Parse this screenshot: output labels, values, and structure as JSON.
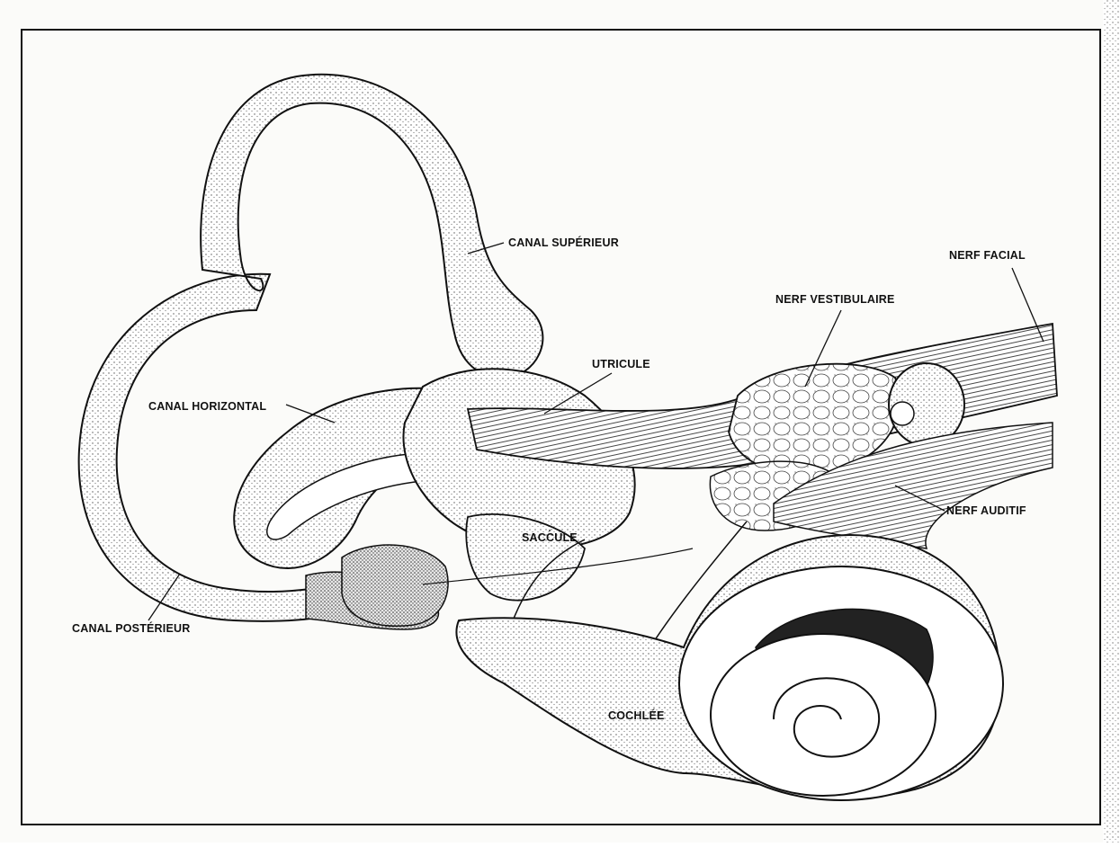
{
  "diagram": {
    "labels": {
      "canal_superieur": "CANAL SUPÉRIEUR",
      "nerf_facial": "NERF FACIAL",
      "nerf_vestibulaire": "NERF VESTIBULAIRE",
      "utricule": "UTRICULE",
      "canal_horizontal": "CANAL HORIZONTAL",
      "saccule": "SACCULE",
      "nerf_auditif": "NERF AUDITIF",
      "canal_posterieur": "CANAL POSTÉRIEUR",
      "cochlee": "COCHLÉE"
    }
  }
}
